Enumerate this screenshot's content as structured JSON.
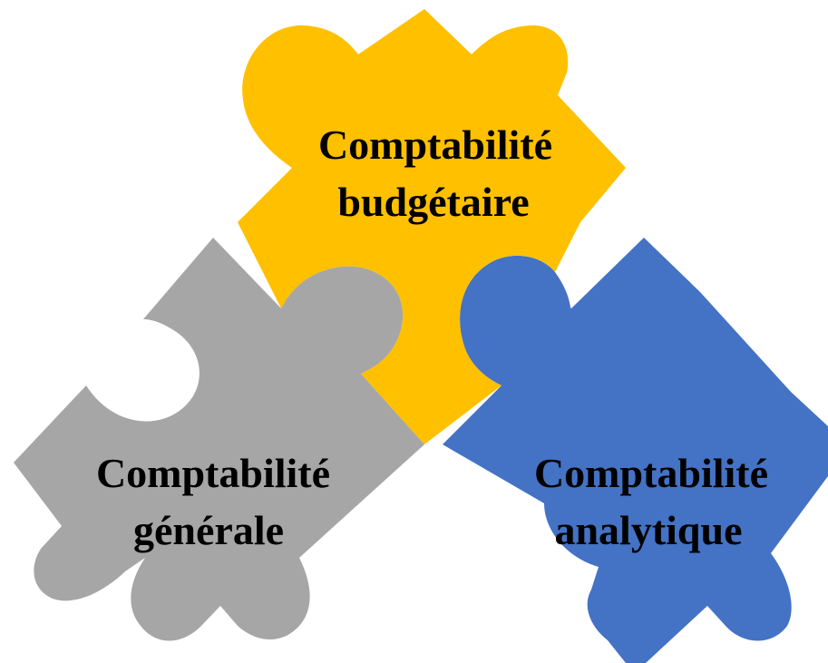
{
  "pieces": [
    {
      "id": "budgetaire",
      "line1": "Comptabilité",
      "line2": "budgétaire",
      "color": "#FFC000"
    },
    {
      "id": "generale",
      "line1": "Comptabilité",
      "line2": "générale",
      "color": "#A6A6A6"
    },
    {
      "id": "analytique",
      "line1": "Comptabilité",
      "line2": "analytique",
      "color": "#4472C4"
    }
  ]
}
